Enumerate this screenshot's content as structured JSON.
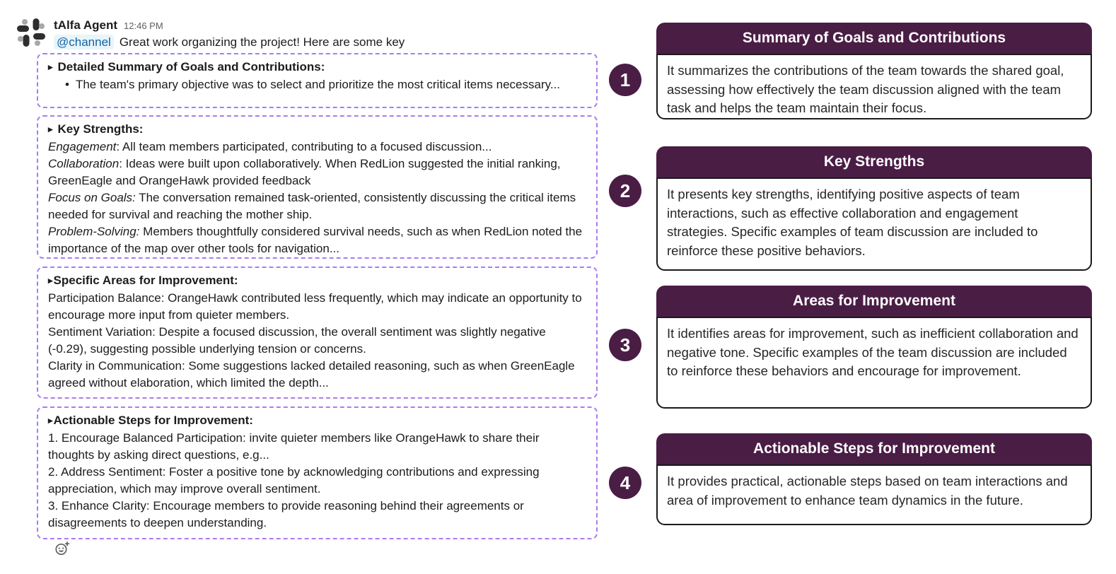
{
  "message": {
    "sender": "tAlfa Agent",
    "timestamp": "12:46 PM",
    "mention": "@channel",
    "intro": "Great work organizing the project! Here are some key",
    "avatar_icon": "slack-logo-icon",
    "add_reaction_icon": "add-reaction-icon"
  },
  "boxes": [
    {
      "title": "Detailed Summary of Goals and Contributions:",
      "bullet": "The team's primary objective was to select and prioritize the most critical items necessary..."
    },
    {
      "title": "Key Strengths:",
      "items": [
        {
          "em": "Engagement",
          "rest": ": All team members participated, contributing to a focused discussion..."
        },
        {
          "em": "Collaboration",
          "rest": ": Ideas were built upon collaboratively. When RedLion suggested the initial ranking, GreenEagle and OrangeHawk provided feedback"
        },
        {
          "em": "Focus on Goals:",
          "rest": " The conversation remained task-oriented, consistently discussing the critical items needed for survival and reaching the mother ship."
        },
        {
          "em": "Problem-Solving:",
          "rest": " Members thoughtfully considered survival needs, such as when RedLion noted the importance of the map over other tools for navigation..."
        }
      ]
    },
    {
      "title": "Specific Areas for Improvement:",
      "items": [
        "Participation Balance: OrangeHawk contributed less frequently, which may indicate an opportunity to encourage more input from quieter members.",
        "Sentiment Variation: Despite a focused discussion, the overall sentiment was slightly negative (-0.29), suggesting possible underlying tension or concerns.",
        "Clarity in Communication: Some suggestions lacked detailed reasoning, such as when GreenEagle agreed without elaboration, which limited the depth..."
      ]
    },
    {
      "title": "Actionable Steps for Improvement:",
      "items": [
        "1. Encourage Balanced Participation: invite quieter members like OrangeHawk to share their thoughts by asking direct questions, e.g...",
        "2. Address Sentiment: Foster a positive tone by acknowledging contributions and expressing appreciation, which may improve overall sentiment.",
        "3. Enhance Clarity: Encourage members to provide reasoning behind their agreements or disagreements to deepen understanding."
      ]
    }
  ],
  "callouts": [
    {
      "number": "1",
      "title": "Summary of Goals and Contributions",
      "body": "It summarizes the contributions of the team towards the shared goal, assessing how effectively the team discussion aligned with the team task and helps the team maintain their focus."
    },
    {
      "number": "2",
      "title": "Key Strengths",
      "body": "It presents key strengths, identifying positive aspects of team interactions, such as effective collaboration and engagement strategies. Specific examples of team discussion are included to reinforce these positive behaviors."
    },
    {
      "number": "3",
      "title": "Areas for Improvement",
      "body": "It identifies areas for improvement, such as inefficient collaboration and negative tone. Specific examples of the team discussion are included to reinforce these behaviors and encourage for improvement."
    },
    {
      "number": "4",
      "title": "Actionable Steps for Improvement",
      "body": "It provides practical, actionable steps based on team interactions and area of improvement to  enhance team dynamics in the future."
    }
  ],
  "colors": {
    "accent_purple": "#4a1d45",
    "dashed_border": "#a97cf0",
    "mention_text": "#1264a3",
    "mention_bg": "#e8f5fa",
    "body_text": "#1d1c1d",
    "timestamp_text": "#616061"
  }
}
